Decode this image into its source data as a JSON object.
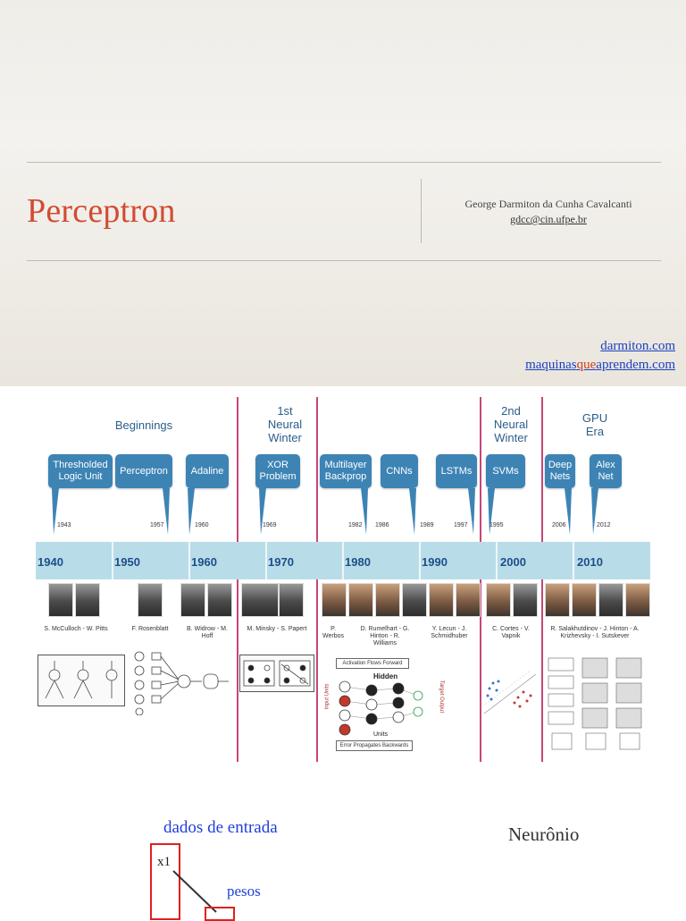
{
  "title_slide": {
    "title": "Perceptron",
    "author": "George Darmiton da Cunha Cavalcanti",
    "email": "gdcc@cin.ufpe.br",
    "link1": "darmiton.com",
    "link2_part1": "maquinas",
    "link2_part2": "que",
    "link2_part3": "aprendem.com",
    "colors": {
      "title": "#d24b32",
      "link": "#1a3fc0",
      "accent": "#d23a1a"
    }
  },
  "timeline": {
    "eras": [
      {
        "label": "Beginnings"
      },
      {
        "label": "1st Neural Winter"
      },
      {
        "label": "2nd Neural Winter"
      },
      {
        "label": "GPU Era"
      }
    ],
    "bubbles": [
      {
        "label": "Thresholded Logic Unit"
      },
      {
        "label": "Perceptron"
      },
      {
        "label": "Adaline"
      },
      {
        "label": "XOR Problem"
      },
      {
        "label": "Multilayer Backprop"
      },
      {
        "label": "CNNs"
      },
      {
        "label": "LSTMs"
      },
      {
        "label": "SVMs"
      },
      {
        "label": "Deep Nets"
      },
      {
        "label": "Alex Net"
      }
    ],
    "years": [
      "1943",
      "1957",
      "1960",
      "1969",
      "1982",
      "1986",
      "1989",
      "1997",
      "1995",
      "2006",
      "2012"
    ],
    "decades": [
      "1940",
      "1950",
      "1960",
      "1970",
      "1980",
      "1990",
      "2000",
      "2010"
    ],
    "names": [
      "S. McCulloch - W. Pitts",
      "F. Rosenblatt",
      "B. Widrow - M. Hoff",
      "M. Minsky - S. Papert",
      "P. Werbos",
      "D. Rumelhart - G. Hinton - R. Williams",
      "Y. Lecun - J. Schmidhuber",
      "C. Cortes - V. Vapnik",
      "R. Salakhutdinov - J. Hinton - A. Krizhevsky - I. Sutskever"
    ],
    "diagram_labels": {
      "activation": "Activation Flows Forward",
      "error": "Error Propagates Backwards",
      "hidden": "Hidden",
      "units": "Units",
      "input_units": "Input Units",
      "target_output": "Target Output"
    },
    "colors": {
      "bubble": "#3d84b5",
      "band": "#b9dde8",
      "divider": "#c8457a",
      "decade": "#1d4e8a"
    }
  },
  "neuron_slide": {
    "dados": "dados de entrada",
    "pesos": "pesos",
    "title": "Neurônio",
    "x1": "x1",
    "colors": {
      "label": "#1f3fd8",
      "box": "#e02020"
    }
  }
}
